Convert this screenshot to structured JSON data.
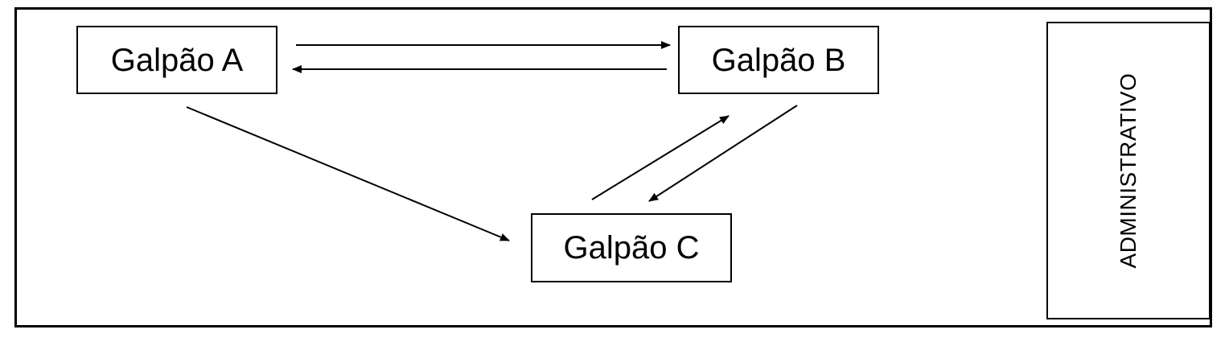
{
  "diagram": {
    "nodes": {
      "a": {
        "label": "Galpão A"
      },
      "b": {
        "label": "Galpão B"
      },
      "c": {
        "label": "Galpão C"
      }
    },
    "admin": {
      "label": "ADMINISTRATIVO"
    },
    "edges": [
      {
        "from": "Galpão A",
        "to": "Galpão B"
      },
      {
        "from": "Galpão B",
        "to": "Galpão A"
      },
      {
        "from": "Galpão A",
        "to": "Galpão C"
      },
      {
        "from": "Galpão C",
        "to": "Galpão B"
      },
      {
        "from": "Galpão B",
        "to": "Galpão C"
      }
    ]
  }
}
